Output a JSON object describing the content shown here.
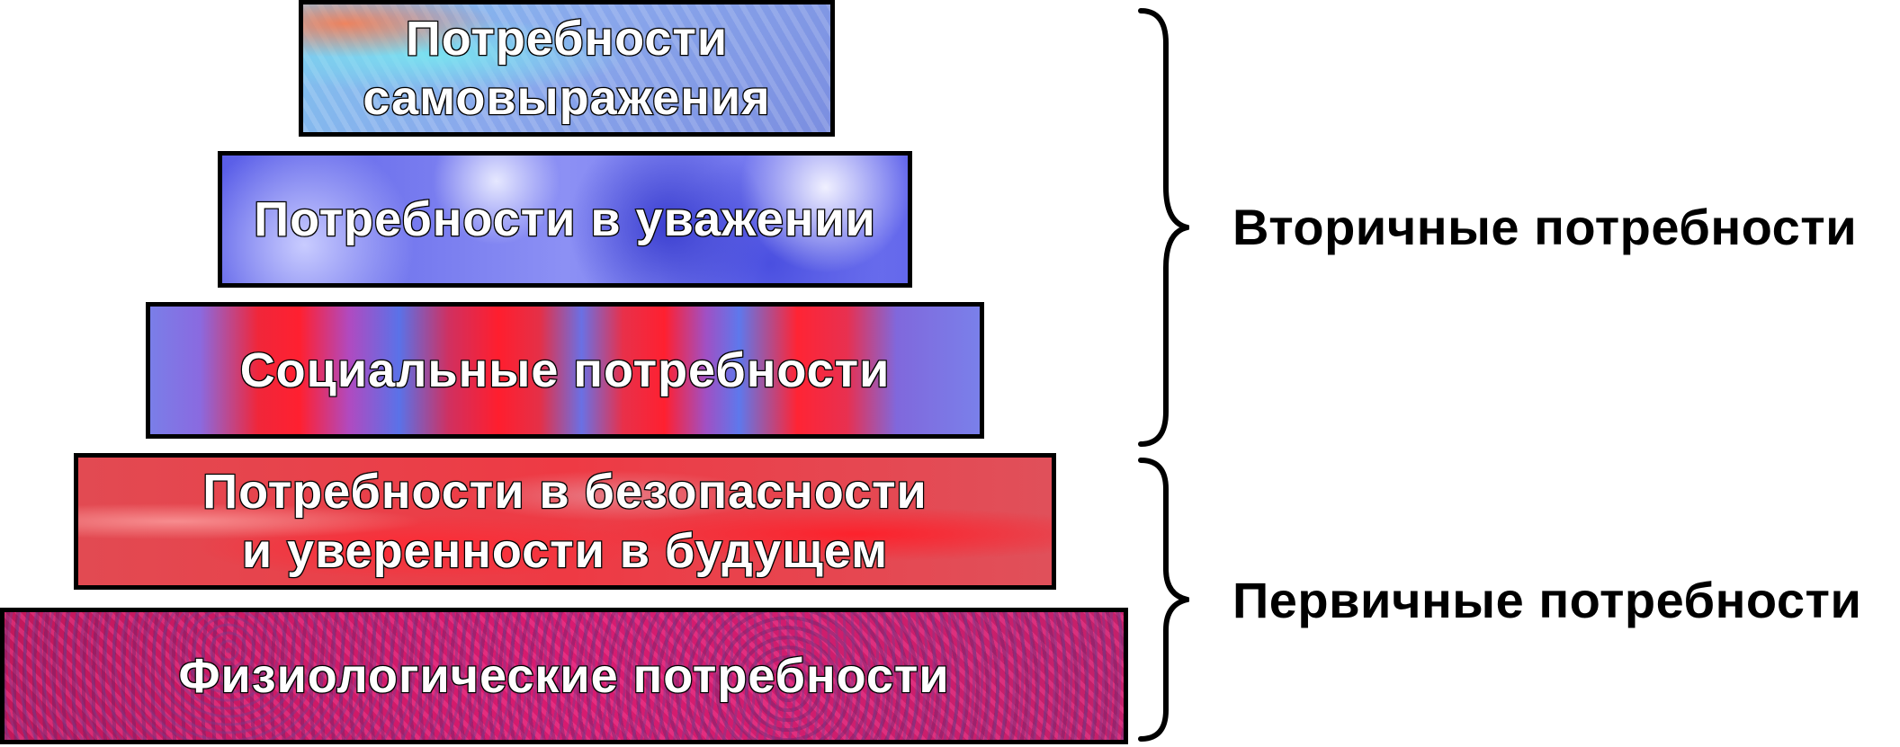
{
  "pyramid": {
    "tiers": [
      {
        "lines": [
          "Потребности",
          "самовыражения"
        ]
      },
      {
        "lines": [
          "Потребности в уважении"
        ]
      },
      {
        "lines": [
          "Социальные потребности"
        ]
      },
      {
        "lines": [
          "Потребности в безопасности",
          "и уверенности в будущем"
        ]
      },
      {
        "lines": [
          "Физиологические потребности"
        ]
      }
    ]
  },
  "groups": {
    "secondary": "Вторичные потребности",
    "primary": "Первичные потребности"
  }
}
